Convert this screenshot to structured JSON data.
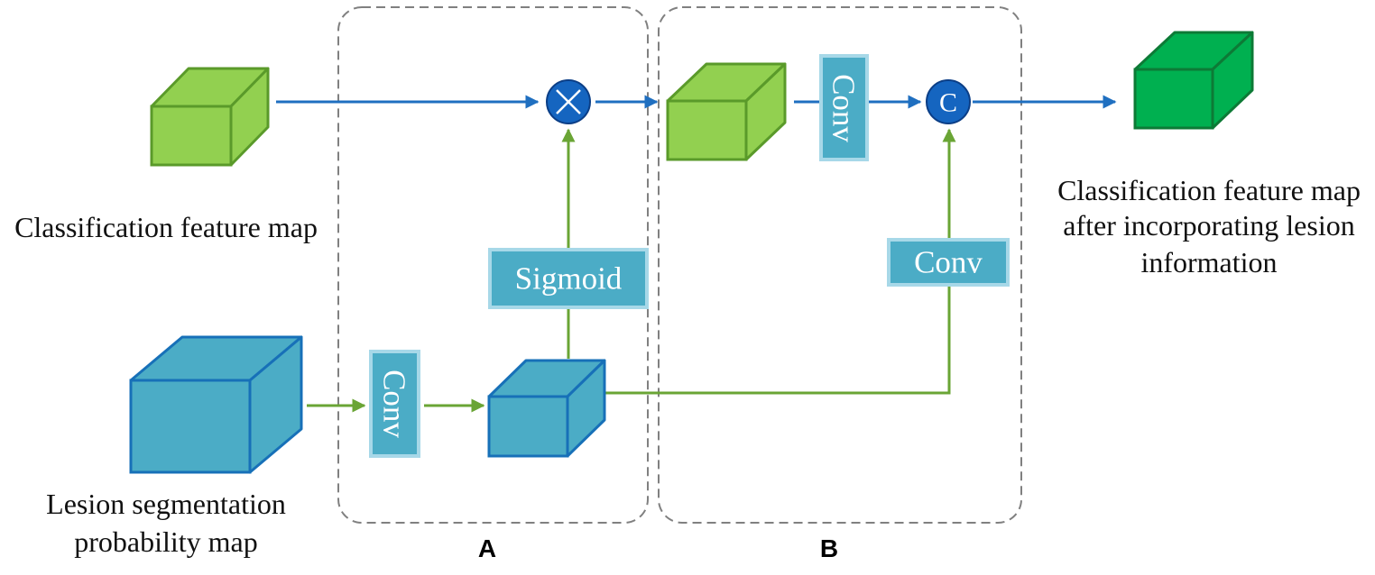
{
  "labels": {
    "classification_input": "Classification feature map",
    "lesion_input_line1": "Lesion segmentation",
    "lesion_input_line2": "probability map",
    "output_line1": "Classification feature map",
    "output_line2": "after incorporating lesion",
    "output_line3": "information"
  },
  "panels": {
    "a": "A",
    "b": "B"
  },
  "blocks": {
    "conv_a": "Conv",
    "sigmoid": "Sigmoid",
    "conv_b_top": "Conv",
    "conv_b_right": "Conv"
  },
  "operators": {
    "multiply": "×",
    "concat": "C"
  },
  "colors": {
    "light_green": "#92d050",
    "light_green_stroke": "#5a9a2a",
    "dark_green": "#00b050",
    "dark_green_stroke": "#0d7a36",
    "cube_blue": "#4bacc6",
    "cube_blue_stroke": "#1770b8",
    "block_blue": "#4bacc6",
    "block_border": "#a7d8e8",
    "arrow_blue": "#1f6fc0",
    "arrow_green": "#6aa535",
    "operator_fill": "#1565c0",
    "dashed_border": "#808080"
  }
}
